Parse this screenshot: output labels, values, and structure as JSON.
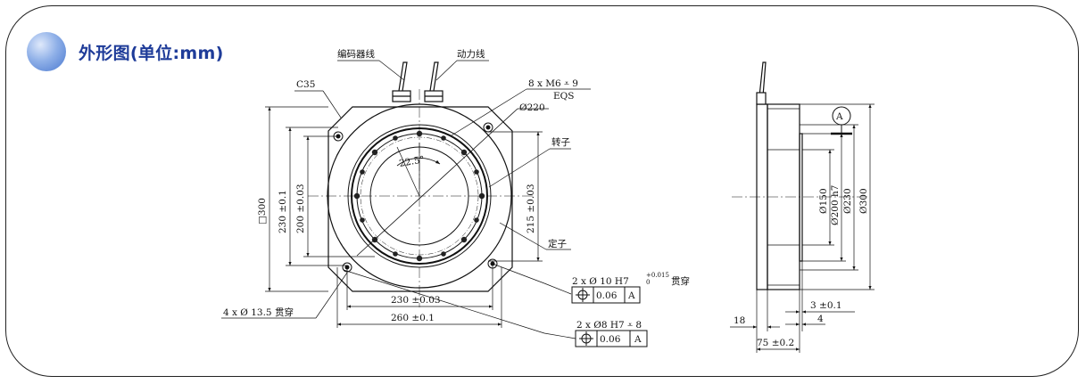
{
  "title": "外形图(单位:mm)",
  "labels": {
    "encoder_cable": "编码器线",
    "power_cable": "动力线",
    "chamfer": "C35",
    "thread_holes": "8 x  M6 ⩡ 9",
    "thread_eqs": "EQS",
    "dia_220": "Ø220",
    "rotor": "转子",
    "stator": "定子",
    "angle": "22.5°",
    "square_300": "□300",
    "dim_230_v": "230 ±0.1",
    "dim_200_v": "200 ±0.03",
    "dim_215_v": "215 ±0.03",
    "dim_230_h": "230 ±0.03",
    "dim_260_h": "260 ±0.1",
    "holes_4": "4 x  Ø 13.5 贯穿",
    "holes_pin10": "2 x  Ø 10 H7",
    "pin10_tol_upper": "+0.015",
    "pin10_tol_lower": "0",
    "pin10_through": "贯穿",
    "holes_pin8": "2 x  Ø8 H7 ⩡ 8",
    "tol_value": "0.06",
    "datum": "A",
    "dia_150": "Ø150",
    "dia_200h7": "Ø200 h7",
    "dia_230": "Ø230",
    "dia_300": "Ø300",
    "dim_3": "3 ±0.1",
    "dim_4": "4",
    "dim_18": "18",
    "dim_75": "75 ±0.2"
  }
}
